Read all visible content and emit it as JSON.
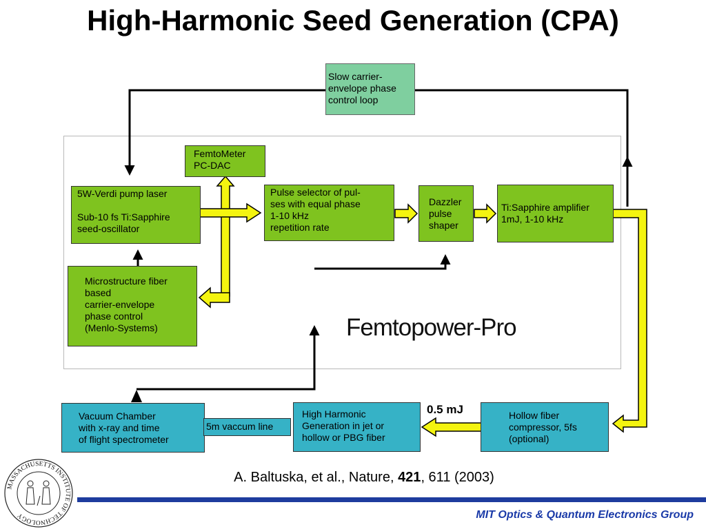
{
  "title": "High-Harmonic Seed Generation (CPA)",
  "boxes": {
    "slow_loop": "Slow carrier-\nenvelope phase\ncontrol loop",
    "femtometer": "FemtoMeter\nPC-DAC",
    "verdi": "5W-Verdi pump laser\n\nSub-10 fs Ti:Sapphire\nseed-oscillator",
    "microstructure": "Microstructure fiber\nbased\ncarrier-envelope\nphase control\n(Menlo-Systems)",
    "pulse_selector": "Pulse  selector of pul-\nses with equal phase\n1-10 kHz\nrepetition rate",
    "dazzler": "Dazzler\npulse\nshaper",
    "amplifier": "Ti:Sapphire amplifier\n1mJ, 1-10 kHz",
    "vacuum_chamber": "Vacuum Chamber\nwith x-ray and time\nof flight spectrometer",
    "vacuum_line": "5m vaccum line",
    "hhg": "High Harmonic\nGeneration in jet or\nhollow or PBG fiber",
    "hollow_fiber": "Hollow fiber\ncompressor, 5fs\n(optional)"
  },
  "system_label": "Femtopower-Pro",
  "energy_label": "0.5 mJ",
  "citation": {
    "authors": "A. Baltuska, et al., Nature, ",
    "volume": "421",
    "rest": ", 611 (2003)"
  },
  "footer": "MIT Optics & Quantum Electronics Group",
  "logo_text": "MASSACHUSETTS INSTITUTE OF TECHNOLOGY",
  "colors": {
    "green_box": "#7fc31f",
    "cyan_box": "#36b2c6",
    "loop_box": "#7fcf9f",
    "yellow_arrow": "#f4f410",
    "footer_blue": "#1e3c9e"
  }
}
